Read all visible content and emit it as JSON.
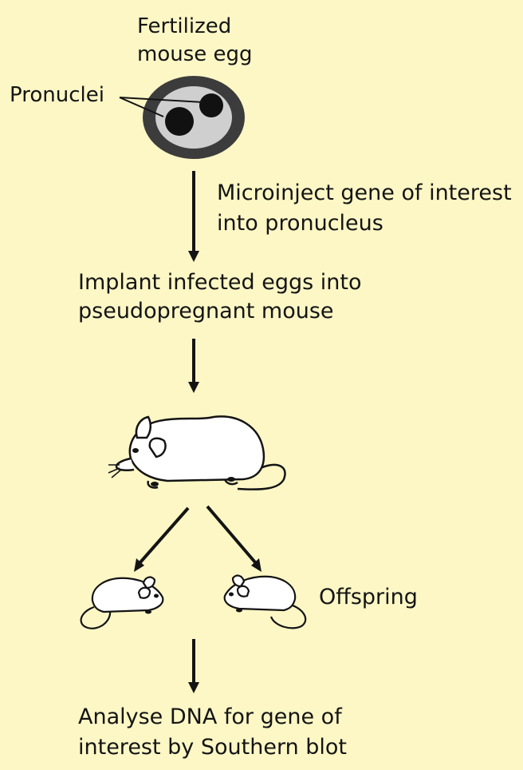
{
  "diagram": {
    "egg_label_line1": "Fertilized",
    "egg_label_line2": "mouse egg",
    "pronuclei_label": "Pronuclei",
    "step1_line1": "Microinject gene of interest",
    "step1_line2": "into pronucleus",
    "step2_line1": "Implant infected eggs into",
    "step2_line2": "pseudopregnant mouse",
    "offspring_label": "Offspring",
    "step3_line1": "Analyse DNA for gene of",
    "step3_line2": "interest by Southern blot"
  },
  "colors": {
    "background": "#fcf7c5",
    "egg_ring": "#3c3c3c",
    "egg_inner": "#cfcfcf",
    "ink": "#141414"
  }
}
